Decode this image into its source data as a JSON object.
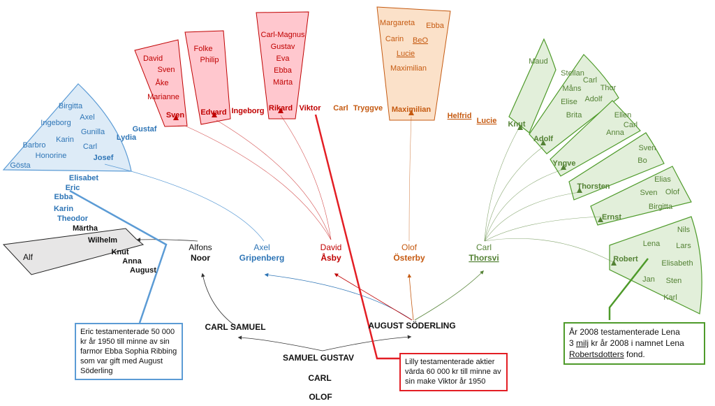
{
  "colors": {
    "black": "#111111",
    "blue": "#2e75b6",
    "blue_fill": "#ddebf7",
    "blue_line": "#5b9bd5",
    "red": "#c00000",
    "red_fill": "#ffc7ce",
    "red_line": "#e31e24",
    "orange": "#c55a11",
    "orange_fill": "#fbe1c9",
    "green": "#548235",
    "green_fill": "#e2efda",
    "green_line": "#4e9a2a",
    "gray_fill": "#e7e6e6"
  },
  "trunk": {
    "samuel_gustav": "SAMUEL GUSTAV",
    "carl": "CARL",
    "olof": "OLOF"
  },
  "carl_samuel": "CARL SAMUEL",
  "august": "AUGUST SÖDERLING",
  "noor": {
    "first": "Alfons",
    "last": "Noor",
    "children": [
      "Märtha",
      "Wilhelm",
      "Knut",
      "Anna",
      "August"
    ],
    "grandchildren": [
      "Alf"
    ]
  },
  "gripenberg": {
    "first": "Axel",
    "last": "Gripenberg",
    "children": [
      "Elisabet",
      "Eric",
      "Ebba",
      "Karin",
      "Theodor",
      "Gustaf",
      "Lydia",
      "Josef"
    ],
    "grandchildren": [
      "Birgitta",
      "Ingeborg",
      "Axel",
      "Gunilla",
      "Karin",
      "Barbro",
      "Carl",
      "Honorine",
      "Gösta"
    ]
  },
  "asby": {
    "first": "David",
    "last": "Åsby",
    "children": [
      "Sven",
      "Edvard",
      "Ingeborg",
      "Rikard",
      "Viktor"
    ],
    "sven_group": [
      "David",
      "Sven",
      "Åke",
      "Marianne"
    ],
    "edvard_group": [
      "Folke",
      "Philip"
    ],
    "rikard_group": [
      "Carl-Magnus",
      "Gustav",
      "Eva",
      "Ebba",
      "Märta"
    ]
  },
  "osterby": {
    "first": "Olof",
    "last": "Österby",
    "children": [
      "Carl",
      "Tryggve",
      "Maximilian",
      "Helfrid",
      "Lucie"
    ],
    "maximilian_group": [
      "Margareta",
      "Ebba",
      "Carin",
      "BeO",
      "Lucie",
      "Maximilian"
    ]
  },
  "thorsvi": {
    "first": "Carl",
    "last": "Thorsvi",
    "children": [
      "Knut",
      "Adolf",
      "Yngve",
      "Thorsten",
      "Ernst",
      "Robert"
    ],
    "knut_group": [
      "Maud"
    ],
    "adolf_group": [
      "Stellan",
      "Carl",
      "Måns",
      "Thor",
      "Elise",
      "Adolf",
      "Brita"
    ],
    "yngve_group": [
      "Ellen",
      "Carl",
      "Anna"
    ],
    "thorsten_group": [
      "Sven",
      "Bo"
    ],
    "ernst_group": [
      "Elias",
      "Sven",
      "Olof",
      "Birgitta"
    ],
    "robert_group": [
      "Nils",
      "Lena",
      "Lars",
      "Elisabeth",
      "Jan",
      "Sten",
      "Karl"
    ]
  },
  "notes": {
    "eric": [
      "Eric testamenterade 50 000",
      "kr år 1950 till minne av sin",
      "farmor Ebba Sophia Ribbing",
      "som var gift med August",
      "Söderling"
    ],
    "lilly": [
      "Lilly testamenterade aktier",
      "värda 60 000 kr till minne av",
      "sin make Viktor år 1950"
    ],
    "lena": {
      "line1": "År 2008 testamenterade Lena",
      "line2_prefix": "3 ",
      "line2_ul": "milj",
      "line2_suffix": " kr år 2008 i namnet Lena",
      "line3_ul": "Robertsdotters",
      "line3_suffix": " fond."
    }
  }
}
